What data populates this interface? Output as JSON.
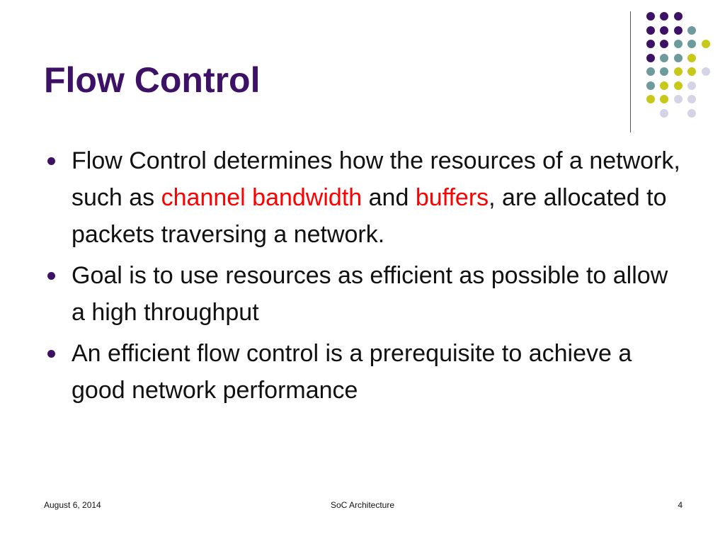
{
  "slide": {
    "title": "Flow Control",
    "bullets": [
      {
        "segments": [
          {
            "text": "Flow Control determines how the resources of a network, such as ",
            "highlight": false
          },
          {
            "text": "channel bandwidth",
            "highlight": true
          },
          {
            "text": " and ",
            "highlight": false
          },
          {
            "text": "buffers",
            "highlight": true
          },
          {
            "text": ", are allocated to packets traversing a network.",
            "highlight": false
          }
        ]
      },
      {
        "segments": [
          {
            "text": "Goal is to use resources as efficient as possible to allow a high throughput",
            "highlight": false
          }
        ]
      },
      {
        "segments": [
          {
            "text": "An efficient flow control is a prerequisite to achieve a good network performance",
            "highlight": false
          }
        ]
      }
    ],
    "footer": {
      "date": "August 6, 2014",
      "center": "SoC Architecture",
      "page": "4"
    }
  },
  "theme": {
    "title_color": "#3d1266",
    "highlight_color": "#ff0000",
    "bullet_color": "#3d1266",
    "dot_colors": {
      "purple": "#3d1266",
      "teal": "#6e9a9b",
      "yellow": "#c8c819",
      "lavender": "#d4d4e6"
    },
    "dot_grid": [
      [
        "",
        "purple",
        "purple",
        "purple",
        ""
      ],
      [
        "",
        "purple",
        "purple",
        "purple",
        "teal"
      ],
      [
        "",
        "purple",
        "purple",
        "teal",
        "teal",
        "yellow"
      ],
      [
        "",
        "purple",
        "teal",
        "teal",
        "yellow"
      ],
      [
        "",
        "teal",
        "teal",
        "yellow",
        "yellow",
        "lavender"
      ],
      [
        "",
        "teal",
        "yellow",
        "yellow",
        "lavender"
      ],
      [
        "",
        "yellow",
        "yellow",
        "lavender",
        "lavender"
      ],
      [
        "",
        "",
        "lavender",
        "",
        "lavender"
      ]
    ]
  }
}
